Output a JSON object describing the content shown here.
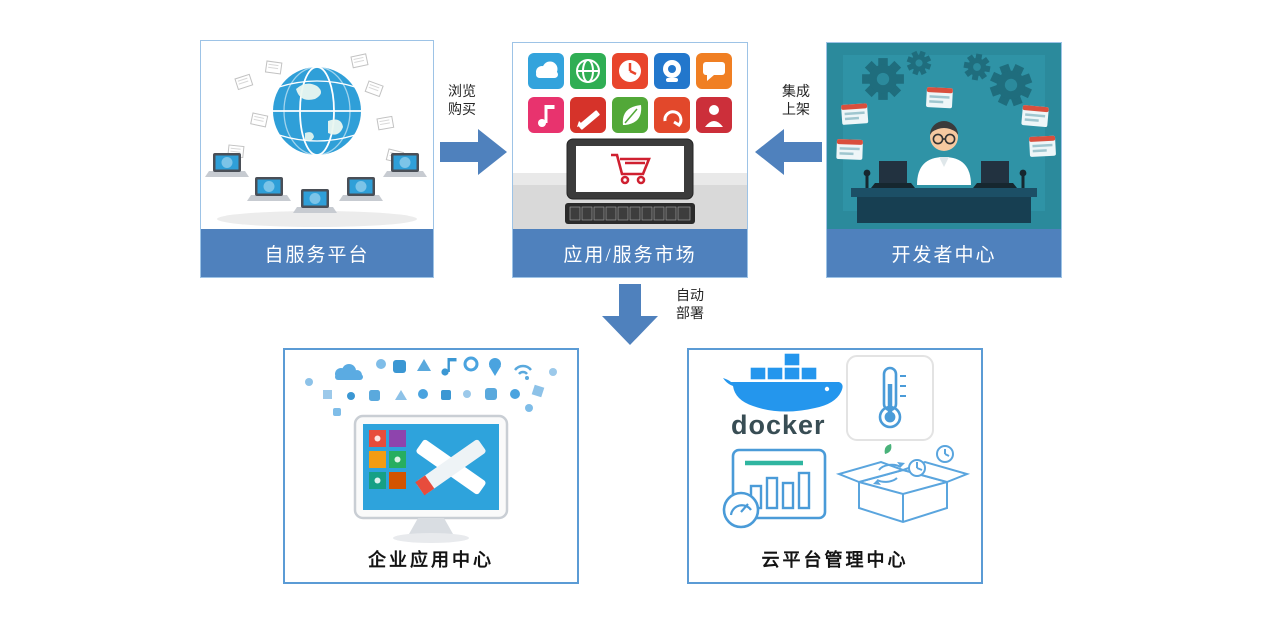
{
  "nodes": {
    "self_service": {
      "label": "自服务平台"
    },
    "market": {
      "label": "应用/服务市场"
    },
    "developer": {
      "label": "开发者中心"
    },
    "enterprise": {
      "label": "企业应用中心"
    },
    "cloud": {
      "label": "云平台管理中心",
      "docker_wordmark": "docker"
    }
  },
  "arrows": {
    "browse_buy": {
      "line1": "浏览",
      "line2": "购买"
    },
    "integrate_publish": {
      "line1": "集成",
      "line2": "上架"
    },
    "auto_deploy": {
      "line1": "自动",
      "line2": "部署"
    }
  },
  "colors": {
    "title_bar_blue": "#4f81bd",
    "arrow_blue": "#4f81bd",
    "card_border_blue": "#5b9bd5",
    "docker_blue": "#2496ed",
    "developer_teal": "#2b8a9c",
    "screen_blue": "#2ea3dc",
    "cart_red": "#cf2030"
  },
  "icons": {
    "self_service_illustration": "globe-with-networked-laptops",
    "market_illustration": "app-icon-grid-with-shopping-cart-tablet",
    "developer_illustration": "developer-at-desk-with-gears",
    "enterprise_illustration": "monitor-with-scattered-app-icons",
    "cloud_illustrations": [
      "docker-whale",
      "thermometer",
      "bar-chart-dashboard",
      "open-box-with-sync-arrows"
    ]
  }
}
